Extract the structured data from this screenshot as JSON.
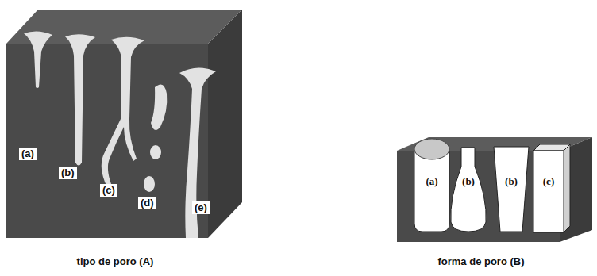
{
  "diagram": {
    "labels": [
      "(a)",
      "(b)",
      "(c)",
      "(d)",
      "(e)",
      "tipo de poro (A)",
      "(a)",
      "(b)",
      "(b)",
      "(c)",
      "forma de poro (B)"
    ]
  }
}
